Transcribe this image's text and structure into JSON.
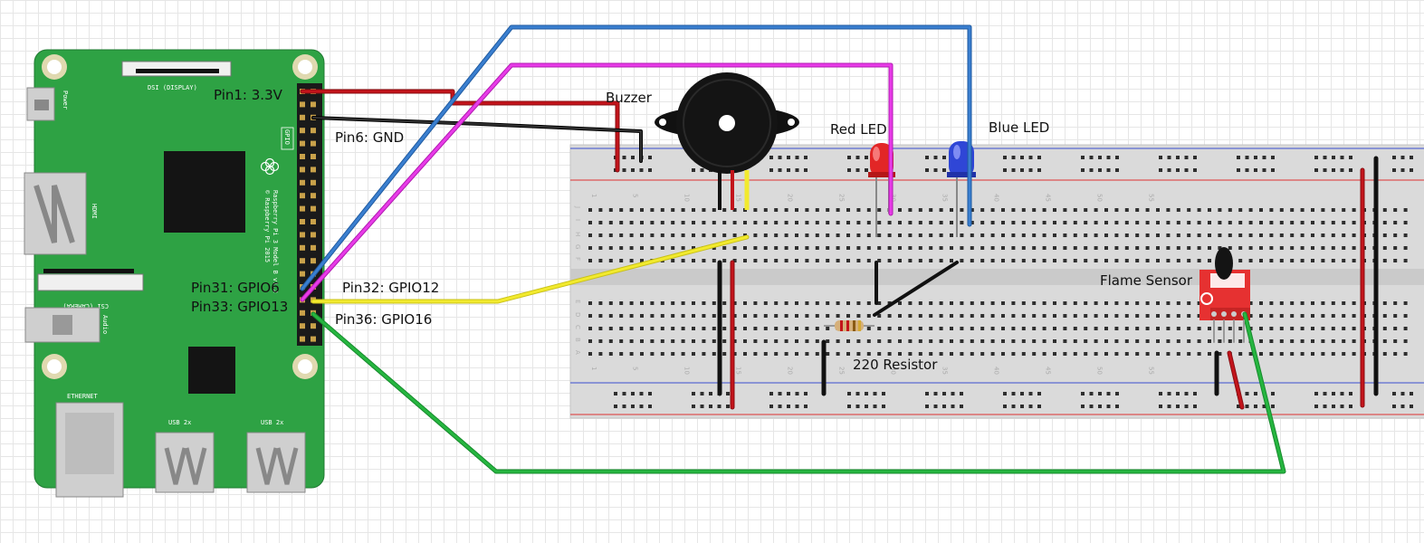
{
  "labels": {
    "pin1": "Pin1: 3.3V",
    "pin6": "Pin6: GND",
    "pin31": "Pin31: GPIO6",
    "pin33": "Pin33: GPIO13",
    "pin32": "Pin32: GPIO12",
    "pin36": "Pin36: GPIO16",
    "buzzer": "Buzzer",
    "red_led": "Red LED",
    "blue_led": "Blue LED",
    "resistor": "220 Resistor",
    "flame_sensor": "Flame Sensor"
  },
  "pi_silkscreen": {
    "dsi": "DSI (DISPLAY)",
    "power": "Power",
    "hdmi": "HDMI",
    "csi": "CSI (CAMERA)",
    "audio": "Audio",
    "ethernet": "ETHERNET",
    "usb1": "USB 2x",
    "usb2": "USB 2x",
    "gpio": "GPIO",
    "model": "Raspberry Pi 3 Model B v1.2",
    "copyright": "© Raspberry Pi 2015"
  },
  "breadboard": {
    "column_numbers": [
      "1",
      "5",
      "10",
      "15",
      "20",
      "25",
      "30",
      "35",
      "40",
      "45",
      "50",
      "55"
    ],
    "row_letters_top": [
      "J",
      "I",
      "H",
      "G",
      "F"
    ],
    "row_letters_bottom": [
      "E",
      "D",
      "C",
      "B",
      "A"
    ]
  },
  "colors": {
    "board_green": "#2ea244",
    "wire_red": "#c3141b",
    "wire_black": "#1a1a1a",
    "wire_blue": "#3a7fd0",
    "wire_magenta": "#e83be8",
    "wire_yellow": "#f2ea2e",
    "wire_green": "#26b640"
  }
}
